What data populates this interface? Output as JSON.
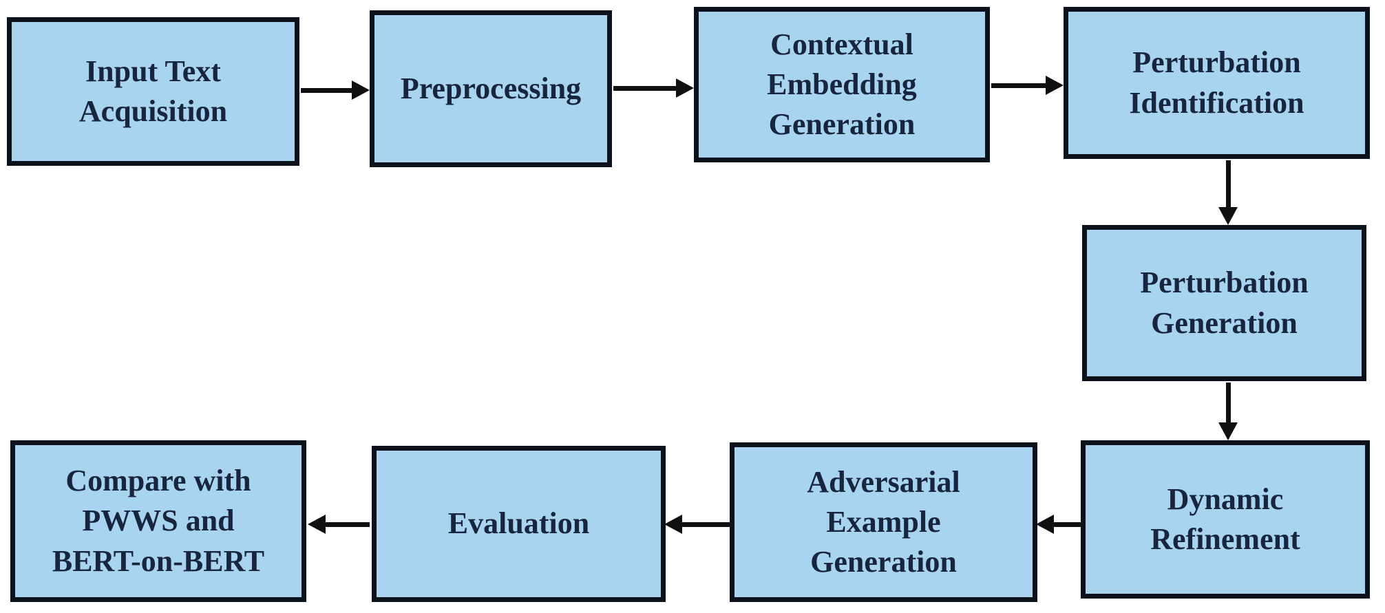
{
  "diagram": {
    "type": "flowchart",
    "colors": {
      "node_fill": "#a8d4f0",
      "node_border": "#0c121c",
      "text_color": "#18253f",
      "arrow_color": "#101010",
      "page_bg": "#ffffff"
    },
    "nodes": [
      {
        "id": "input-text-acquisition",
        "label": "Input Text\nAcquisition"
      },
      {
        "id": "preprocessing",
        "label": "Preprocessing"
      },
      {
        "id": "contextual-embedding-generation",
        "label": "Contextual\nEmbedding\nGeneration"
      },
      {
        "id": "perturbation-identification",
        "label": "Perturbation\nIdentification"
      },
      {
        "id": "perturbation-generation",
        "label": "Perturbation\nGeneration"
      },
      {
        "id": "dynamic-refinement",
        "label": "Dynamic\nRefinement"
      },
      {
        "id": "adversarial-example-generation",
        "label": "Adversarial\nExample\nGeneration"
      },
      {
        "id": "evaluation",
        "label": "Evaluation"
      },
      {
        "id": "compare-with-pwws-and-bert-on-bert",
        "label": "Compare with\nPWWS and\nBERT-on-BERT"
      }
    ],
    "edges": [
      {
        "from": "input-text-acquisition",
        "to": "preprocessing",
        "direction": "right"
      },
      {
        "from": "preprocessing",
        "to": "contextual-embedding-generation",
        "direction": "right"
      },
      {
        "from": "contextual-embedding-generation",
        "to": "perturbation-identification",
        "direction": "right"
      },
      {
        "from": "perturbation-identification",
        "to": "perturbation-generation",
        "direction": "down"
      },
      {
        "from": "perturbation-generation",
        "to": "dynamic-refinement",
        "direction": "down"
      },
      {
        "from": "dynamic-refinement",
        "to": "adversarial-example-generation",
        "direction": "left"
      },
      {
        "from": "adversarial-example-generation",
        "to": "evaluation",
        "direction": "left"
      },
      {
        "from": "evaluation",
        "to": "compare-with-pwws-and-bert-on-bert",
        "direction": "left"
      }
    ]
  }
}
